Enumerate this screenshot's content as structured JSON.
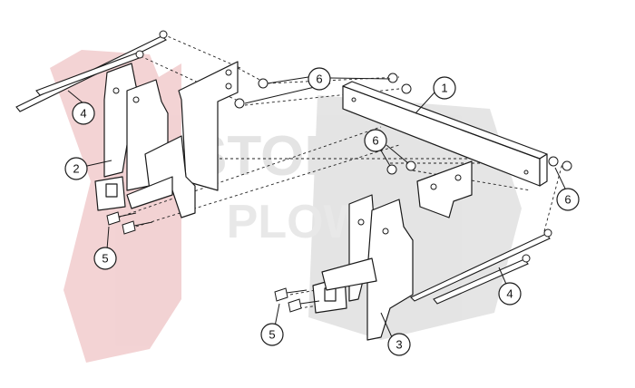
{
  "watermark": {
    "line1": "STORK'S",
    "line2": "PLOWS",
    "colors": {
      "red": "#c8353a",
      "gray": "#888888"
    }
  },
  "callouts": [
    {
      "id": "1",
      "label": "1",
      "part": "crossbar"
    },
    {
      "id": "2",
      "label": "2",
      "part": "left-mount-bracket"
    },
    {
      "id": "3",
      "label": "3",
      "part": "right-mount-bracket"
    },
    {
      "id": "4a",
      "label": "4",
      "part": "rods-left"
    },
    {
      "id": "4b",
      "label": "4",
      "part": "rods-right"
    },
    {
      "id": "5a",
      "label": "5",
      "part": "bolts-left"
    },
    {
      "id": "5b",
      "label": "5",
      "part": "bolts-right"
    },
    {
      "id": "6a",
      "label": "6",
      "part": "nuts-top"
    },
    {
      "id": "6b",
      "label": "6",
      "part": "nuts-middle"
    },
    {
      "id": "6c",
      "label": "6",
      "part": "nuts-right"
    }
  ]
}
